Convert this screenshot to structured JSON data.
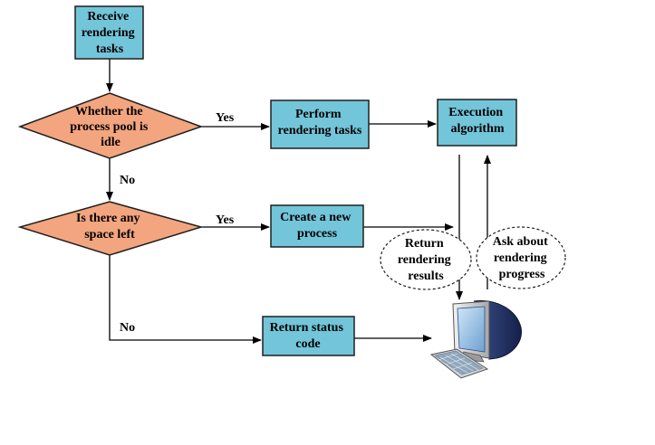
{
  "nodes": {
    "receive": {
      "lines": [
        "Receive",
        "rendering",
        "tasks"
      ]
    },
    "pool_idle": {
      "lines": [
        "Whether the",
        "process pool is",
        "idle"
      ]
    },
    "space_left": {
      "lines": [
        "Is there any",
        "space left"
      ]
    },
    "perform": {
      "lines": [
        "Perform",
        "rendering tasks"
      ]
    },
    "execution": {
      "lines": [
        "Execution",
        "algorithm"
      ]
    },
    "create": {
      "lines": [
        "Create a new",
        "process"
      ]
    },
    "status": {
      "lines": [
        "Return status",
        "code"
      ]
    },
    "return_results": {
      "lines": [
        "Return",
        "rendering",
        "results"
      ]
    },
    "ask_progress": {
      "lines": [
        "Ask about",
        "rendering",
        "progress"
      ]
    }
  },
  "edge_labels": {
    "yes1": "Yes",
    "yes2": "Yes",
    "no1": "No",
    "no2": "No"
  },
  "icons": {
    "computer": "computer-icon"
  },
  "colors": {
    "box_fill": "#73c5d9",
    "diamond_fill": "#f2a57e"
  }
}
